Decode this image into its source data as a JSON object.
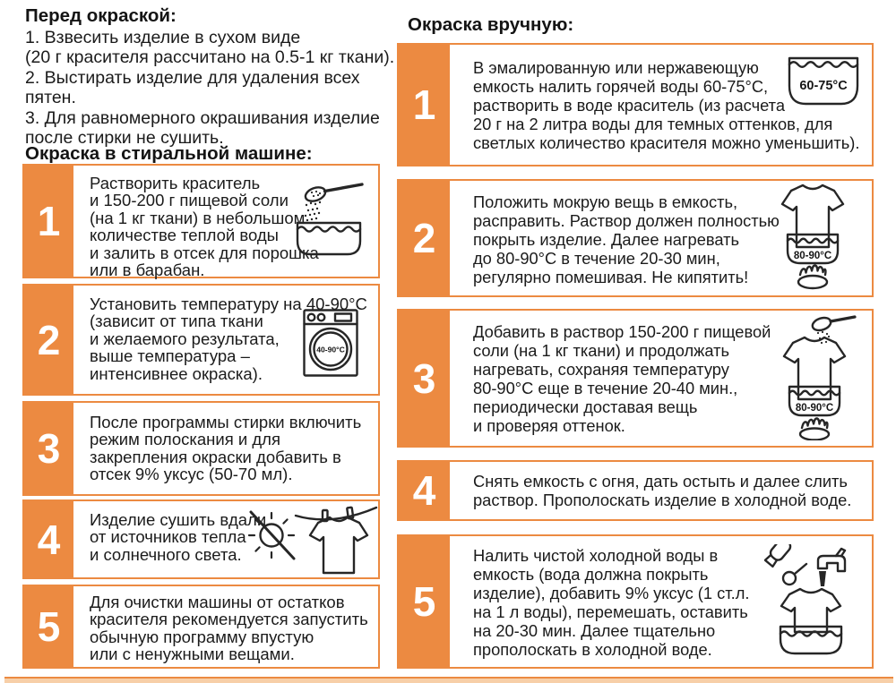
{
  "colors": {
    "accent": "#EC8A41",
    "text": "#1b1b1b",
    "strip_fill": "#F7CFA8"
  },
  "left": {
    "pre_title": "Перед окраской:",
    "pre_text": "1. Взвесить изделие в сухом виде\n(20 г красителя рассчитано на 0.5-1 кг ткани).\n2. Выстирать изделие для удаления всех\nпятен.\n3. Для равномерного окрашивания изделие\nпосле стирки не сушить.",
    "machine_title": "Окраска в стиральной машине:",
    "steps": [
      {
        "num": "1",
        "text": "Растворить краситель\nи 150-200 г пищевой соли\n(на 1 кг ткани) в небольшом\nколичестве теплой воды\nи залить в отсек для порошка\nили в барабан.",
        "icon": "salt-spoon-pouring-into-pot"
      },
      {
        "num": "2",
        "text": "Установить температуру на 40-90°С\n(зависит от типа ткани\nи желаемого результата,\nвыше температура –\nинтенсивнее окраска).",
        "icon": "washing-machine",
        "icon_label": "40-90°C"
      },
      {
        "num": "3",
        "text": "После программы стирки включить\nрежим полоскания и для\nзакрепления окраски добавить в\nотсек 9% уксус (50-70 мл).",
        "icon": ""
      },
      {
        "num": "4",
        "text": "Изделие сушить вдали\nот источников тепла\nи солнечного света.",
        "icon": "no-sun-and-shirt-on-clothesline"
      },
      {
        "num": "5",
        "text": "Для очистки машины от остатков\nкрасителя рекомендуется запустить\nобычную программу впустую\nили с ненужными вещами.",
        "icon": ""
      }
    ]
  },
  "right": {
    "hand_title": "Окраска вручную:",
    "steps": [
      {
        "num": "1",
        "text": "В эмалированную или нержавеющую\nемкость налить горячей воды 60-75°С,\nрастворить в воде краситель (из расчета\n20 г на 2 литра воды для темных оттенков, для\nсветлых количество красителя можно уменьшить).",
        "icon": "pot-with-hot-water",
        "icon_label": "60-75°C"
      },
      {
        "num": "2",
        "text": "Положить мокрую вещь в емкость,\nрасправить. Раствор должен полностью\nпокрыть изделие. Далее нагревать\nдо 80-90°С в течение 20-30 мин,\nрегулярно помешивая. Не кипятить!",
        "icon": "shirt-in-pot-on-flame",
        "icon_label": "80-90°C"
      },
      {
        "num": "3",
        "text": "Добавить в раствор 150-200 г пищевой\nсоли (на 1 кг ткани) и продолжать\nнагревать, сохраняя температуру\n80-90°С еще в течение 20-40 мин.,\nпериодически доставая вещь\nи проверяя оттенок.",
        "icon": "salt-spoon-over-shirt-in-pot-on-flame",
        "icon_label": "80-90°C"
      },
      {
        "num": "4",
        "text": "Снять емкость с огня, дать остыть и далее слить\nраствор. Прополоскать изделие в холодной воде.",
        "icon": ""
      },
      {
        "num": "5",
        "text": "Налить чистой холодной воды в\nемкость (вода должна покрыть\nизделие), добавить 9% уксус (1 ст.л.\nна 1 л воды), перемешать, оставить\nна 20-30 мин. Далее тщательно\nпрополоскать в холодной воде.",
        "icon": "vinegar-bottle-spoon-faucet-shirt-in-basin"
      }
    ]
  }
}
